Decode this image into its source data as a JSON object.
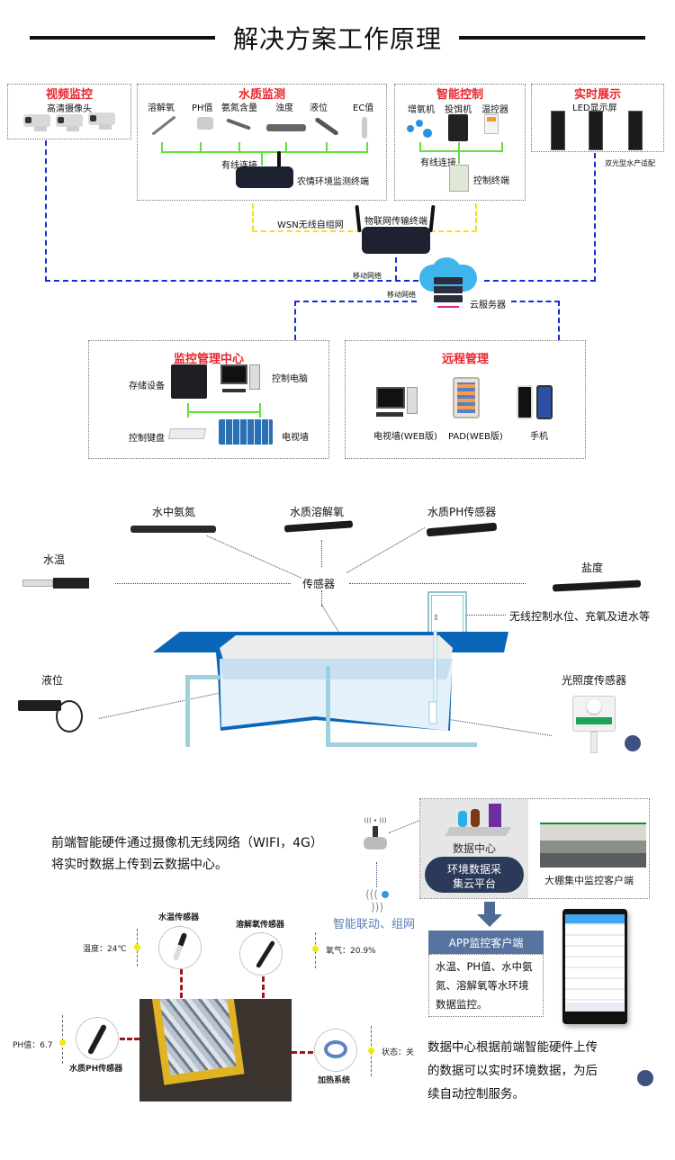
{
  "header": {
    "title": "解决方案工作原理"
  },
  "architecture": {
    "video": {
      "title": "视频监控",
      "subtitle": "高清摄像头"
    },
    "water_quality": {
      "title": "水质监测",
      "sensors": [
        "溶解氧",
        "PH值",
        "氨氮含量",
        "浊度",
        "液位",
        "EC值"
      ],
      "wired_label": "有线连接",
      "terminal_label": "农情环境监测终端"
    },
    "smart_control": {
      "title": "智能控制",
      "devices": [
        "增氧机",
        "投饵机",
        "温控器"
      ],
      "wired_label": "有线连接",
      "terminal_label": "控制终端"
    },
    "realtime": {
      "title": "实时展示",
      "subtitle": "LED显示屏",
      "note": "双光型水产适配"
    },
    "wsn_label": "WSN无线自组网",
    "iot_terminal_label": "物联网传输终端",
    "mobile_net_1": "移动网络",
    "mobile_net_2": "移动网络",
    "cloud_label": "云服务器",
    "monitor_center": {
      "title": "监控管理中心",
      "items": [
        "存储设备",
        "控制电脑",
        "控制键盘",
        "电视墙"
      ]
    },
    "remote": {
      "title": "远程管理",
      "items": [
        "电视墙(WEB版)",
        "PAD(WEB版)",
        "手机"
      ]
    }
  },
  "pond": {
    "sensors": {
      "ammonia": "水中氨氮",
      "dissolved_oxygen": "水质溶解氧",
      "ph": "水质PH传感器",
      "temperature": "水温",
      "salinity": "盐度",
      "level": "液位",
      "light": "光照度传感器"
    },
    "center_label": "传感器",
    "control_box_label": "无线控制水位、充氧及进水等"
  },
  "cloud_flow": {
    "intro_line1": "前端智能硬件通过摄像机无线网络（WIFI，4G）",
    "intro_line2": "将实时数据上传到云数据中心。",
    "linkage_label": "智能联动、组网",
    "data_center_label": "数据中心",
    "cloud_platform_line1": "环境数据采",
    "cloud_platform_line2": "集云平台",
    "greenhouse_client_label": "大棚集中监控客户端",
    "app_title": "APP监控客户端",
    "app_desc_line1": "水温、PH值、水中氨",
    "app_desc_line2": "氮、溶解氧等水环境",
    "app_desc_line3": "数据监控。",
    "summary_line1": "数据中心根据前端智能硬件上传",
    "summary_line2": "的数据可以实时环境数据，为后",
    "summary_line3": "续自动控制服务。"
  },
  "readings": {
    "temp_sensor_label": "水温传感器",
    "temp_value": "温度：24℃",
    "do_sensor_label": "溶解氧传感器",
    "do_value": "氧气：20.9%",
    "ph_sensor_label": "水质PH传感器",
    "ph_value": "PH值：6.7",
    "heater_label": "加热系统",
    "heater_status": "状态：关"
  },
  "colors": {
    "title_red": "#e8262b",
    "network_blue": "#1a2bd6",
    "wireless_yellow": "#f4e020",
    "wired_green": "#5fe03a",
    "pond_blue": "#0a66b8",
    "navy_dot": "#3e5180",
    "link_red": "#a0151b"
  }
}
